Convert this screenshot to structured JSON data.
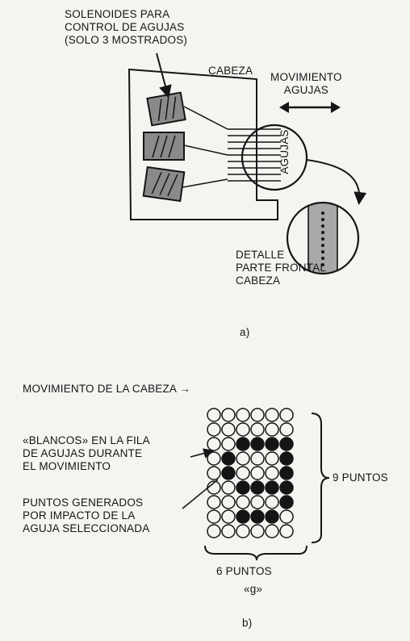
{
  "part_a": {
    "solenoids_label": "SOLENOIDES PARA\nCONTROL DE AGUJAS\n(SOLO 3 MOSTRADOS)",
    "head_label": "CABEZA",
    "movement_label": "MOVIMIENTO\nAGUJAS",
    "needles_label": "AGUJAS",
    "detail_label": "DETALLE\nPARTE FRONTAL\nCABEZA",
    "caption": "a)"
  },
  "part_b": {
    "head_movement_label": "MOVIMIENTO DE LA CABEZA",
    "arrow_glyph": "→",
    "blanks_label": "«BLANCOS» EN LA FILA\nDE AGUJAS DURANTE\nEL MOVIMIENTO",
    "dots_label": "PUNTOS GENERADOS\nPOR IMPACTO DE LA\nAGUJA SELECCIONADA",
    "rows_label": "9 PUNTOS",
    "cols_label": "6 PUNTOS",
    "char_label": "«g»",
    "caption": "b)",
    "matrix": [
      "000000",
      "000000",
      "001111",
      "010001",
      "010001",
      "001111",
      "000001",
      "001110",
      "000000"
    ]
  },
  "colors": {
    "ink": "#151515",
    "paper": "#f4f4f1",
    "solenoid_fill": "#8a8a8a",
    "detail_fill": "#a8a8a8"
  }
}
